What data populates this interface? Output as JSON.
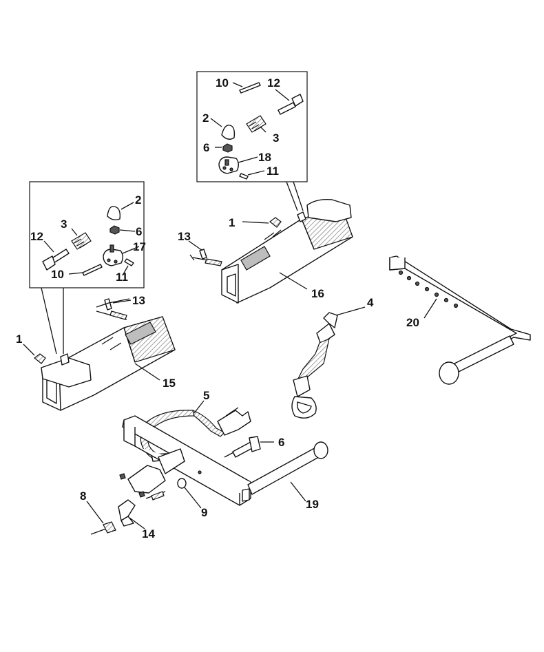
{
  "callouts": [
    {
      "id": "c1",
      "text": "10"
    },
    {
      "id": "c2",
      "text": "12"
    },
    {
      "id": "c3",
      "text": "2"
    },
    {
      "id": "c4",
      "text": "3"
    },
    {
      "id": "c5",
      "text": "6"
    },
    {
      "id": "c6",
      "text": "18"
    },
    {
      "id": "c7",
      "text": "11"
    },
    {
      "id": "c8",
      "text": "1"
    },
    {
      "id": "c9",
      "text": "13"
    },
    {
      "id": "c10",
      "text": "16"
    },
    {
      "id": "c11",
      "text": "2"
    },
    {
      "id": "c12",
      "text": "3"
    },
    {
      "id": "c13",
      "text": "6"
    },
    {
      "id": "c14",
      "text": "12"
    },
    {
      "id": "c15",
      "text": "17"
    },
    {
      "id": "c16",
      "text": "10"
    },
    {
      "id": "c17",
      "text": "11"
    },
    {
      "id": "c18",
      "text": "13"
    },
    {
      "id": "c19",
      "text": "1"
    },
    {
      "id": "c20",
      "text": "15"
    },
    {
      "id": "c21",
      "text": "4"
    },
    {
      "id": "c22",
      "text": "20"
    },
    {
      "id": "c23",
      "text": "5"
    },
    {
      "id": "c24",
      "text": "6"
    },
    {
      "id": "c25",
      "text": "8"
    },
    {
      "id": "c26",
      "text": "9"
    },
    {
      "id": "c27",
      "text": "19"
    },
    {
      "id": "c28",
      "text": "14"
    }
  ]
}
